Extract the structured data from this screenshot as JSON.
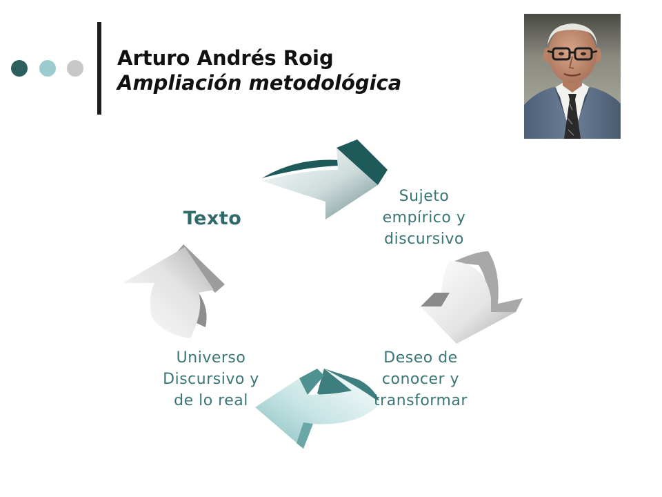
{
  "header": {
    "title": "Arturo Andrés Roig",
    "subtitle": "Ampliación metodológica"
  },
  "decor": {
    "dot_colors": [
      "#2e5f5f",
      "#9cccd0",
      "#c8c8c8"
    ],
    "bar_color": "#1a1a1a"
  },
  "portrait": {
    "icon": "portrait-photo"
  },
  "cycle": {
    "nodes": [
      {
        "label": "Texto",
        "color": "#2e6a6a"
      },
      {
        "label": "Sujeto\n empírico y\ndiscursivo ",
        "color": "#3a7575"
      },
      {
        "label": "Deseo de\nconocer y\ntransformar",
        "color": "#3a7575"
      },
      {
        "label": "Universo\nDiscursivo y\nde lo real",
        "color": "#3a7575"
      }
    ],
    "arrow_colors": [
      "#1e5a5a",
      "#b8b8b8",
      "#8cc4c4",
      "#b8b8b8"
    ]
  }
}
